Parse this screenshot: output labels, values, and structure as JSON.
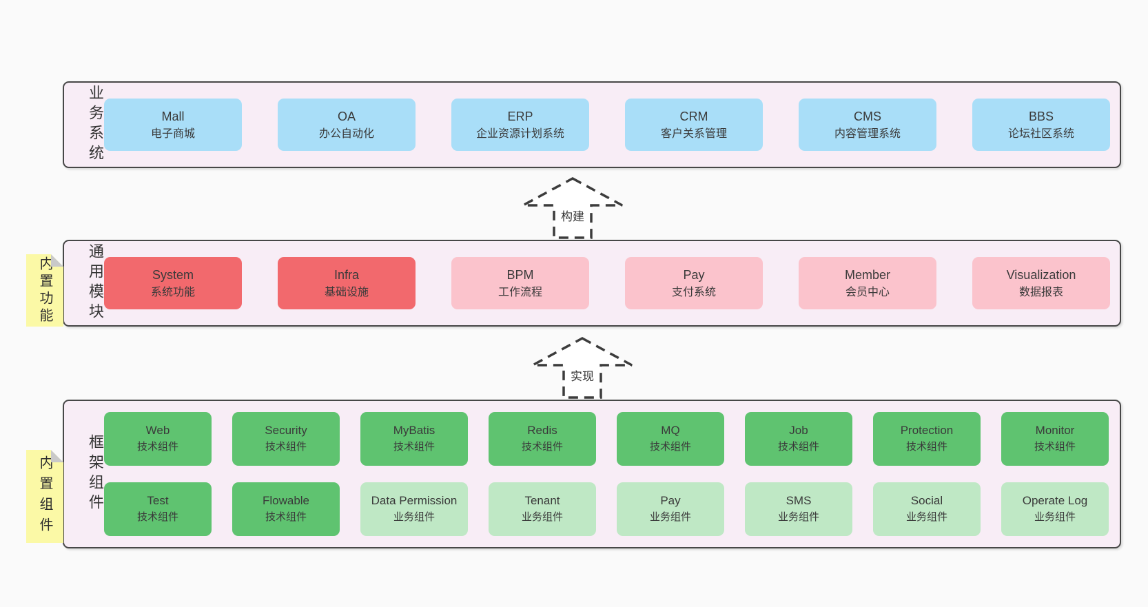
{
  "colors": {
    "page_bg": "#fafafa",
    "band_bg": "#f8edf6",
    "band_border": "#474747",
    "node_blue": "#a9def8",
    "node_red": "#f2696d",
    "node_pink": "#fbc3cc",
    "node_green": "#5fc370",
    "node_green_light": "#bfe8c5",
    "sticky_yellow": "#fbf9a6",
    "sticky_fold_gray": "#c9c9c9",
    "text": "#333333"
  },
  "bands": {
    "business": {
      "label": "业务系统",
      "boxes": [
        {
          "en": "Mall",
          "zh": "电子商城"
        },
        {
          "en": "OA",
          "zh": "办公自动化"
        },
        {
          "en": "ERP",
          "zh": "企业资源计划系统"
        },
        {
          "en": "CRM",
          "zh": "客户关系管理"
        },
        {
          "en": "CMS",
          "zh": "内容管理系统"
        },
        {
          "en": "BBS",
          "zh": "论坛社区系统"
        }
      ]
    },
    "modules": {
      "label": "通用模块",
      "sticky": "内置功能",
      "boxes": [
        {
          "en": "System",
          "zh": "系统功能"
        },
        {
          "en": "Infra",
          "zh": "基础设施"
        },
        {
          "en": "BPM",
          "zh": "工作流程"
        },
        {
          "en": "Pay",
          "zh": "支付系统"
        },
        {
          "en": "Member",
          "zh": "会员中心"
        },
        {
          "en": "Visualization",
          "zh": "数据报表"
        }
      ]
    },
    "components": {
      "label": "框架组件",
      "sticky": "内置组件",
      "row1": [
        {
          "en": "Web",
          "zh": "技术组件"
        },
        {
          "en": "Security",
          "zh": "技术组件"
        },
        {
          "en": "MyBatis",
          "zh": "技术组件"
        },
        {
          "en": "Redis",
          "zh": "技术组件"
        },
        {
          "en": "MQ",
          "zh": "技术组件"
        },
        {
          "en": "Job",
          "zh": "技术组件"
        },
        {
          "en": "Protection",
          "zh": "技术组件"
        },
        {
          "en": "Monitor",
          "zh": "技术组件"
        }
      ],
      "row2": [
        {
          "en": "Test",
          "zh": "技术组件"
        },
        {
          "en": "Flowable",
          "zh": "技术组件"
        },
        {
          "en": "Data Permission",
          "zh": "业务组件"
        },
        {
          "en": "Tenant",
          "zh": "业务组件"
        },
        {
          "en": "Pay",
          "zh": "业务组件"
        },
        {
          "en": "SMS",
          "zh": "业务组件"
        },
        {
          "en": "Social",
          "zh": "业务组件"
        },
        {
          "en": "Operate Log",
          "zh": "业务组件"
        }
      ]
    }
  },
  "arrows": [
    {
      "label": "构建"
    },
    {
      "label": "实现"
    }
  ]
}
